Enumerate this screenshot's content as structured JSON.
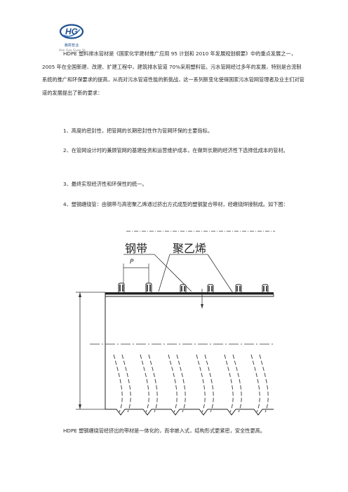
{
  "logo": {
    "text": "瀚高管业",
    "subtext": "Han Gao Guan Ye"
  },
  "paragraphs": {
    "intro": "HDPE 塑料排水管材是《国家化学建材推广应用 95 计划和 2010 年发展规划纲要》中的重点发展之一，2005 年在全国新建、改建、扩建工程中，建筑排水管道 70%采用塑料管。污水管网经过多年的发展，特别是合流制系统的推广和环保要求的提高，从而对污水管道性能的新挑战，这一系列新变化使得国家污水管网管理者及业主们对管道的发展提出了新的要求：",
    "item1": "1、高度的密封性，把管网的长期密封性作为管网环保的主要指标。",
    "item2": "2、在管网设计时的兼顾管网的基建投资和运营维护成本，在做到长期的经济性下选择低成本的管材。",
    "item3": "3、最终实现经济性和环保性的统一。",
    "item4": "4、塑钢缠绕管：由钢带与高密聚乙烯通过挤出方式成型的塑钢复合带材，经缠绕焊接制成。如下图：",
    "closing": "HDPE 塑钢缠绕管经挤出的带材是一体化的，而非嵌入式，结构形式更紧密，安全性更高。"
  },
  "figure": {
    "label_steel": "钢带",
    "label_pe": "聚乙烯",
    "label_pitch": "P"
  },
  "colors": {
    "logo_blue": "#1f4f8f",
    "line": "#333333"
  }
}
